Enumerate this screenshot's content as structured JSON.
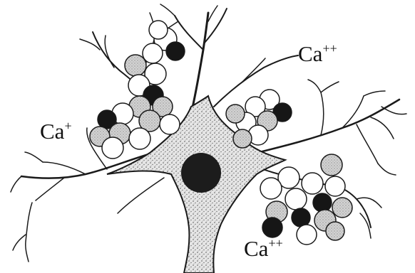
{
  "labels": {
    "top_right": {
      "base": "Ca",
      "sup": "++"
    },
    "left": {
      "base": "Ca",
      "sup": "+"
    },
    "bottom_right": {
      "base": "Ca",
      "sup": "++"
    }
  },
  "colors": {
    "background": "#ffffff",
    "ink": "#1a1a1a",
    "soma_fill": "#cfcfcf",
    "nucleus": "#1c1c1c",
    "sphere_white": "#ffffff",
    "sphere_gray": "#c4c4c4",
    "sphere_black": "#161616"
  }
}
